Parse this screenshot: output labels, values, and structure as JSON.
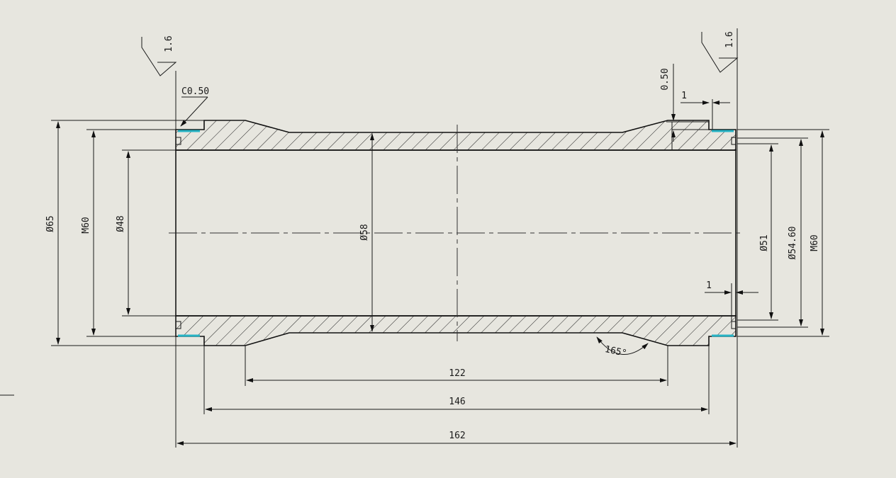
{
  "dimensions": {
    "total_length": "162",
    "length_146": "146",
    "length_122": "122",
    "angle": "165°",
    "chamfer": "C0.50",
    "groove_depth": "0.50",
    "groove_width_top": "1",
    "groove_width_bottom": "1",
    "dia_65": "Ø65",
    "thread_left": "M60",
    "dia_48": "Ø48",
    "dia_58": "Ø58",
    "dia_51": "Ø51",
    "dia_54_60": "Ø54.60",
    "thread_right": "M60"
  },
  "surface_finish": {
    "left": "1.6",
    "right": "1.6"
  },
  "colors": {
    "background": "#e7e6df",
    "line": "#1a1a1a",
    "thread_highlight": "#26b3c4"
  }
}
